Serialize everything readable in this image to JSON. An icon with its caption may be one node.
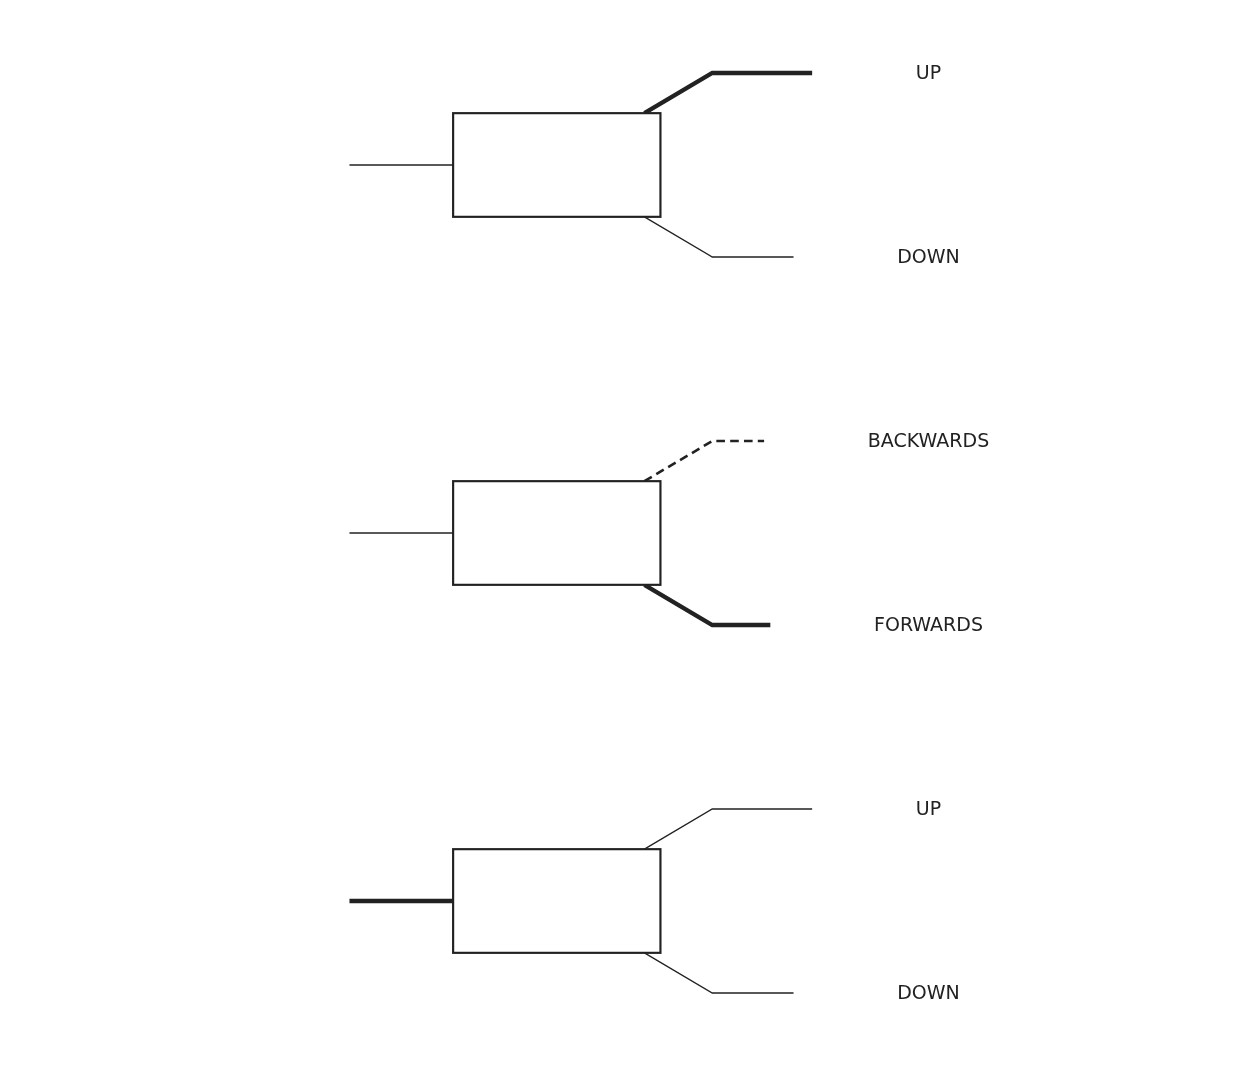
{
  "diagram": {
    "nodes": [
      {
        "text": [],
        "shape": "box"
      },
      {
        "text": [
          "UP"
        ]
      },
      {
        "text": [
          "DOWN"
        ]
      },
      {
        "text": [],
        "shape": "box"
      },
      {
        "text": [
          "BACKWARDS"
        ]
      },
      {
        "text": [
          "FORWARDS"
        ]
      },
      {
        "text": [],
        "shape": "box"
      },
      {
        "text": [
          "UP"
        ]
      },
      {
        "text": [
          "DOWN"
        ]
      }
    ],
    "edges": [
      {
        "from": null,
        "to": 0,
        "arrow": "none"
      },
      {
        "from": 0,
        "to": 1,
        "arrow": "none",
        "style": "thick"
      },
      {
        "from": 0,
        "to": 2,
        "arrow": "none"
      },
      {
        "from": null,
        "to": 3,
        "arrow": "none"
      },
      {
        "from": 3,
        "to": 4,
        "arrow": "none",
        "style": "dashed"
      },
      {
        "from": 3,
        "to": 5,
        "arrow": "none",
        "style": "thick"
      },
      {
        "from": null,
        "to": 6,
        "arrow": "none",
        "style": "thick"
      },
      {
        "from": 6,
        "to": 7,
        "arrow": "none"
      },
      {
        "from": 6,
        "to": 8,
        "arrow": "none"
      }
    ]
  }
}
